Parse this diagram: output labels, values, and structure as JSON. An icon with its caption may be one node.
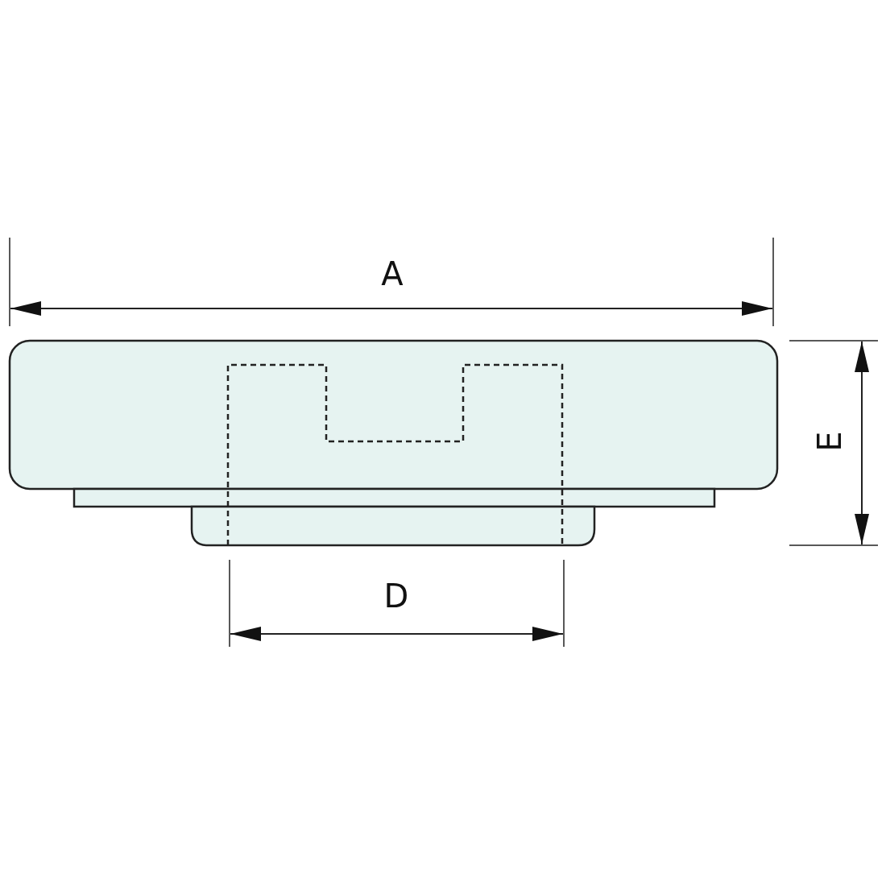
{
  "diagram": {
    "labels": [
      "A",
      "E",
      "D"
    ]
  }
}
